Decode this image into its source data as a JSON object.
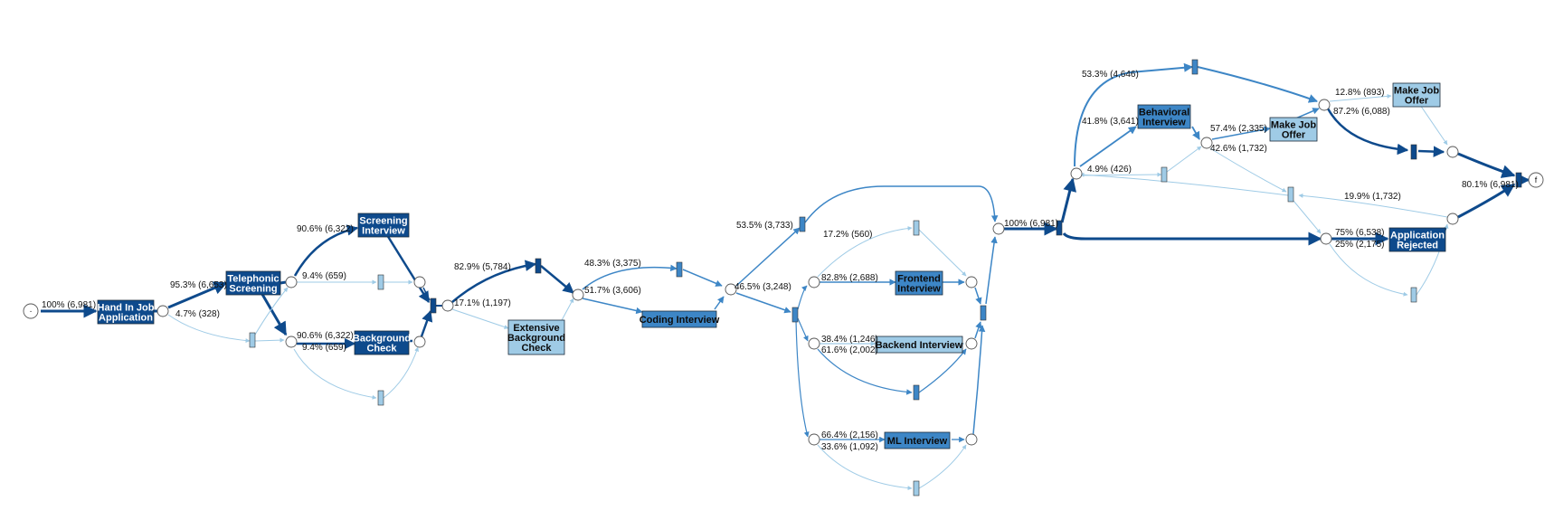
{
  "diagram": {
    "type": "process-map",
    "palette": {
      "dark": "#0e4a8c",
      "medium": "#3d86c6",
      "light": "#9fcbe6",
      "edge_strong": "#0e4a8c",
      "edge_medium": "#3d86c6",
      "edge_light": "#9fcbe6"
    },
    "start_marker": "·",
    "end_marker": "f",
    "activities": [
      {
        "id": "hand-in-job-application",
        "lines": [
          "Hand In Job",
          "Application"
        ],
        "shade": "dark"
      },
      {
        "id": "telephonic-screening",
        "lines": [
          "Telephonic",
          "Screening"
        ],
        "shade": "dark"
      },
      {
        "id": "screening-interview",
        "lines": [
          "Screening",
          "Interview"
        ],
        "shade": "dark"
      },
      {
        "id": "background-check",
        "lines": [
          "Background",
          "Check"
        ],
        "shade": "dark"
      },
      {
        "id": "extensive-background-check",
        "lines": [
          "Extensive",
          "Background",
          "Check"
        ],
        "shade": "light"
      },
      {
        "id": "coding-interview",
        "lines": [
          "Coding Interview"
        ],
        "shade": "medium"
      },
      {
        "id": "frontend-interview",
        "lines": [
          "Frontend",
          "Interview"
        ],
        "shade": "medium"
      },
      {
        "id": "backend-interview",
        "lines": [
          "Backend Interview"
        ],
        "shade": "light"
      },
      {
        "id": "ml-interview",
        "lines": [
          "ML Interview"
        ],
        "shade": "medium"
      },
      {
        "id": "behavioral-interview",
        "lines": [
          "Behavioral",
          "Interview"
        ],
        "shade": "medium"
      },
      {
        "id": "make-job-offer-1",
        "lines": [
          "Make Job",
          "Offer"
        ],
        "shade": "light"
      },
      {
        "id": "make-job-offer-2",
        "lines": [
          "Make Job",
          "Offer"
        ],
        "shade": "light"
      },
      {
        "id": "application-rejected",
        "lines": [
          "Application",
          "Rejected"
        ],
        "shade": "dark"
      }
    ],
    "edge_labels": [
      "100% (6,981)",
      "95.3% (6,653)",
      "4.7% (328)",
      "90.6% (6,322)",
      "9.4% (659)",
      "90.6% (6,322)",
      "9.4% (659)",
      "82.9% (5,784)",
      "17.1% (1,197)",
      "48.3% (3,375)",
      "51.7% (3,606)",
      "53.5% (3,733)",
      "46.5% (3,248)",
      "17.2% (560)",
      "82.8% (2,688)",
      "38.4% (1,246)",
      "61.6% (2,002)",
      "66.4% (2,156)",
      "33.6% (1,092)",
      "100% (6,981)",
      "53.3% (4,646)",
      "41.8% (3,641)",
      "4.9% (426)",
      "57.4% (2,335)",
      "42.6% (1,732)",
      "12.8% (893)",
      "87.2% (6,088)",
      "19.9% (1,732)",
      "75% (6,538)",
      "25% (2,175)",
      "80.1% (6,981)"
    ]
  }
}
